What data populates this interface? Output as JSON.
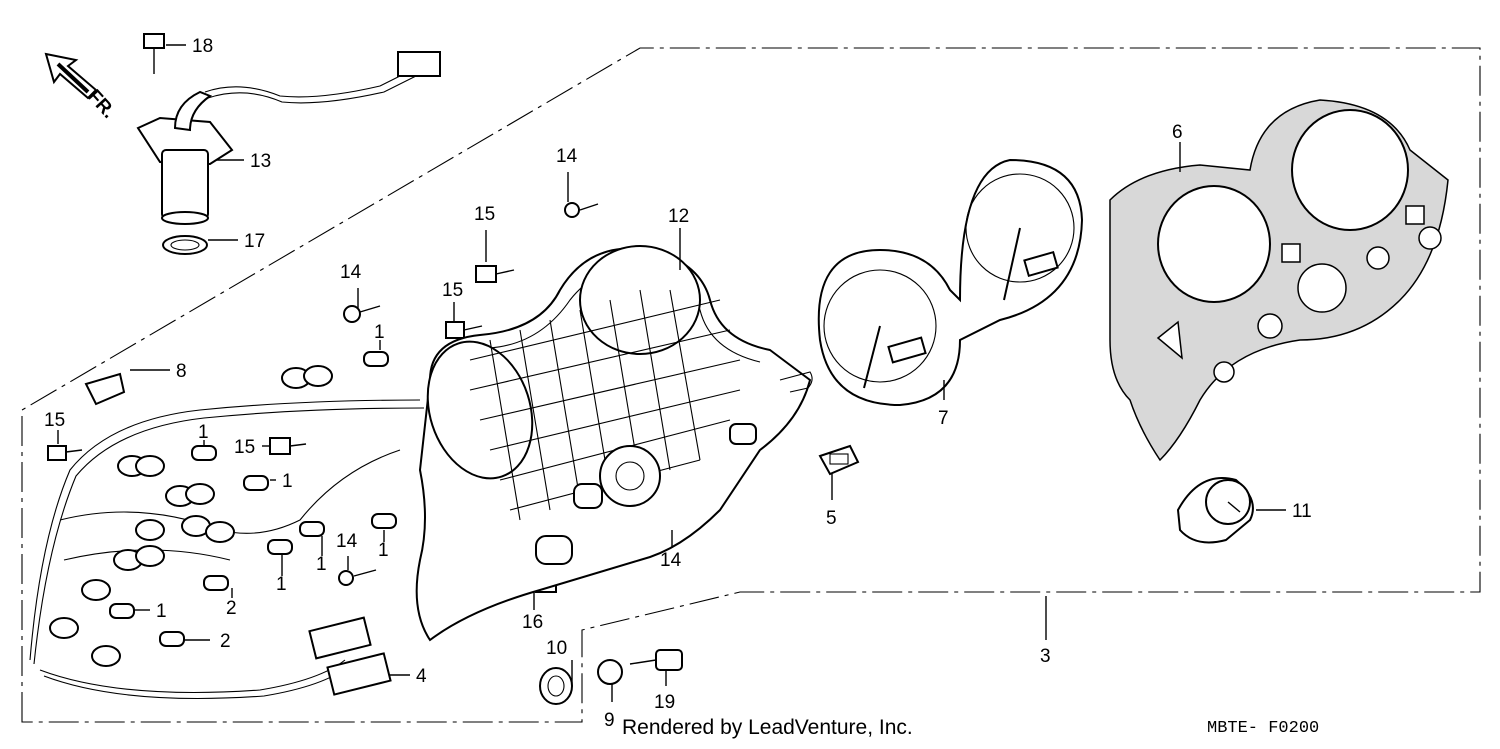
{
  "diagram": {
    "direction_label": "FR.",
    "callouts": [
      {
        "id": "c18",
        "label": "18"
      },
      {
        "id": "c13",
        "label": "13"
      },
      {
        "id": "c17",
        "label": "17"
      },
      {
        "id": "c14a",
        "label": "14"
      },
      {
        "id": "c12",
        "label": "12"
      },
      {
        "id": "c15a",
        "label": "15"
      },
      {
        "id": "c14b",
        "label": "14"
      },
      {
        "id": "c15b",
        "label": "15"
      },
      {
        "id": "c1a",
        "label": "1"
      },
      {
        "id": "c8",
        "label": "8"
      },
      {
        "id": "c15c",
        "label": "15"
      },
      {
        "id": "c1b",
        "label": "1"
      },
      {
        "id": "c15d",
        "label": "15"
      },
      {
        "id": "c1c",
        "label": "1"
      },
      {
        "id": "c14c",
        "label": "14"
      },
      {
        "id": "c1d",
        "label": "1"
      },
      {
        "id": "c1e",
        "label": "1"
      },
      {
        "id": "c1f",
        "label": "1"
      },
      {
        "id": "c2a",
        "label": "2"
      },
      {
        "id": "c1g",
        "label": "1"
      },
      {
        "id": "c2b",
        "label": "2"
      },
      {
        "id": "c4",
        "label": "4"
      },
      {
        "id": "c16",
        "label": "16"
      },
      {
        "id": "c14d",
        "label": "14"
      },
      {
        "id": "c10",
        "label": "10"
      },
      {
        "id": "c9",
        "label": "9"
      },
      {
        "id": "c19",
        "label": "19"
      },
      {
        "id": "c5",
        "label": "5"
      },
      {
        "id": "c7",
        "label": "7"
      },
      {
        "id": "c6",
        "label": "6"
      },
      {
        "id": "c11",
        "label": "11"
      },
      {
        "id": "c3",
        "label": "3"
      }
    ]
  },
  "footer": {
    "credit": "Rendered by LeadVenture, Inc.",
    "code": "MBTE- F0200"
  }
}
